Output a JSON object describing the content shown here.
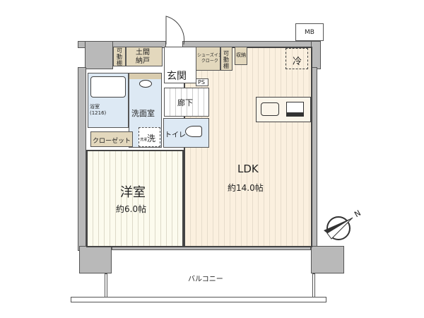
{
  "labels": {
    "shelf1": "可\n動\n棚",
    "doma": "土間\n納戸",
    "genkan": "玄関",
    "ps": "PS",
    "shoes": "シューズイン\nクローク",
    "shelf2": "可\n動\n棚",
    "storage": "収納",
    "fridge": "冷",
    "bath": "浴室\n(1216)",
    "washroom": "洗面室",
    "corridor": "廊下",
    "toilet": "トイレ",
    "closet": "クローゼット",
    "washer": "洗",
    "washer_pan": "洗濯",
    "mb": "MB",
    "compass_n": "N",
    "western_room": "洋室",
    "western_size": "約6.0帖",
    "ldk": "LDK",
    "ldk_size": "約14.0帖",
    "balcony": "バルコニー"
  }
}
